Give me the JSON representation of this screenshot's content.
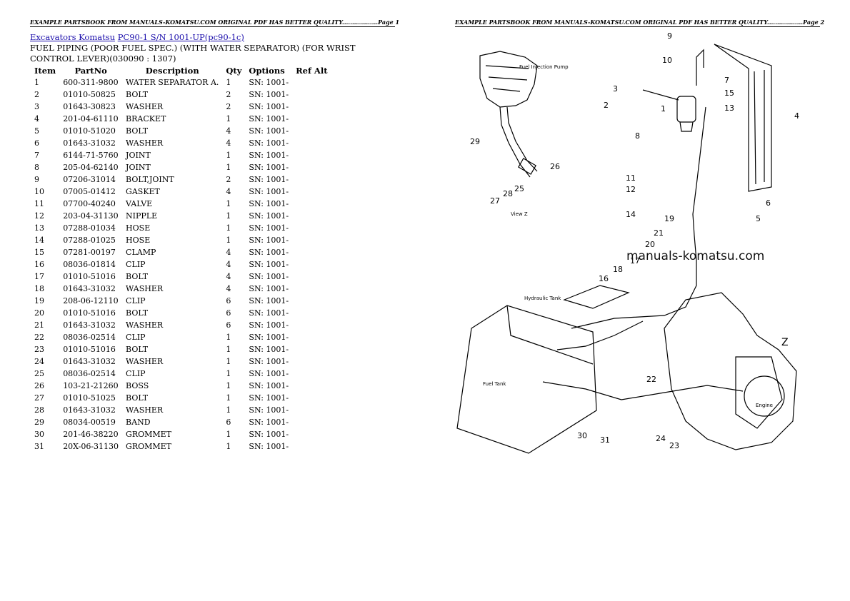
{
  "header": {
    "left": "EXAMPLE PARTSBOOK FROM MANUALS-KOMATSU.COM ORIGINAL PDF HAS BETTER QUALITY..................Page 1",
    "right": "EXAMPLE PARTSBOOK FROM MANUALS-KOMATSU.COM ORIGINAL PDF HAS BETTER QUALITY..................Page 2"
  },
  "breadcrumb": {
    "link1": "Excavators Komatsu",
    "link2": "PC90-1 S/N 1001-UP(pc90-1c)"
  },
  "title": "FUEL PIPING (POOR FUEL SPEC.) (WITH WATER SEPARATOR) (FOR WRIST CONTROL LEVER)(030090 : 1307)",
  "table": {
    "columns": [
      "Item",
      "PartNo",
      "Description",
      "Qty",
      "Options",
      "Ref Alt"
    ],
    "rows": [
      [
        "1",
        "600-311-9800",
        "WATER SEPARATOR A.",
        "1",
        "SN: 1001-"
      ],
      [
        "2",
        "01010-50825",
        "BOLT",
        "2",
        "SN: 1001-"
      ],
      [
        "3",
        "01643-30823",
        "WASHER",
        "2",
        "SN: 1001-"
      ],
      [
        "4",
        "201-04-61110",
        "BRACKET",
        "1",
        "SN: 1001-"
      ],
      [
        "5",
        "01010-51020",
        "BOLT",
        "4",
        "SN: 1001-"
      ],
      [
        "6",
        "01643-31032",
        "WASHER",
        "4",
        "SN: 1001-"
      ],
      [
        "7",
        "6144-71-5760",
        "JOINT",
        "1",
        "SN: 1001-"
      ],
      [
        "8",
        "205-04-62140",
        "JOINT",
        "1",
        "SN: 1001-"
      ],
      [
        "9",
        "07206-31014",
        "BOLT,JOINT",
        "2",
        "SN: 1001-"
      ],
      [
        "10",
        "07005-01412",
        "GASKET",
        "4",
        "SN: 1001-"
      ],
      [
        "11",
        "07700-40240",
        "VALVE",
        "1",
        "SN: 1001-"
      ],
      [
        "12",
        "203-04-31130",
        "NIPPLE",
        "1",
        "SN: 1001-"
      ],
      [
        "13",
        "07288-01034",
        "HOSE",
        "1",
        "SN: 1001-"
      ],
      [
        "14",
        "07288-01025",
        "HOSE",
        "1",
        "SN: 1001-"
      ],
      [
        "15",
        "07281-00197",
        "CLAMP",
        "4",
        "SN: 1001-"
      ],
      [
        "16",
        "08036-01814",
        "CLIP",
        "4",
        "SN: 1001-"
      ],
      [
        "17",
        "01010-51016",
        "BOLT",
        "4",
        "SN: 1001-"
      ],
      [
        "18",
        "01643-31032",
        "WASHER",
        "4",
        "SN: 1001-"
      ],
      [
        "19",
        "208-06-12110",
        "CLIP",
        "6",
        "SN: 1001-"
      ],
      [
        "20",
        "01010-51016",
        "BOLT",
        "6",
        "SN: 1001-"
      ],
      [
        "21",
        "01643-31032",
        "WASHER",
        "6",
        "SN: 1001-"
      ],
      [
        "22",
        "08036-02514",
        "CLIP",
        "1",
        "SN: 1001-"
      ],
      [
        "23",
        "01010-51016",
        "BOLT",
        "1",
        "SN: 1001-"
      ],
      [
        "24",
        "01643-31032",
        "WASHER",
        "1",
        "SN: 1001-"
      ],
      [
        "25",
        "08036-02514",
        "CLIP",
        "1",
        "SN: 1001-"
      ],
      [
        "26",
        "103-21-21260",
        "BOSS",
        "1",
        "SN: 1001-"
      ],
      [
        "27",
        "01010-51025",
        "BOLT",
        "1",
        "SN: 1001-"
      ],
      [
        "28",
        "01643-31032",
        "WASHER",
        "1",
        "SN: 1001-"
      ],
      [
        "29",
        "08034-00519",
        "BAND",
        "6",
        "SN: 1001-"
      ],
      [
        "30",
        "201-46-38220",
        "GROMMET",
        "1",
        "SN: 1001-"
      ],
      [
        "31",
        "20X-06-31130",
        "GROMMET",
        "1",
        "SN: 1001-"
      ]
    ]
  },
  "diagram": {
    "watermark": "manuals-komatsu.com",
    "labels": {
      "fuel_injection_pump": "Fuel Injection Pump",
      "view_z": "View Z",
      "hydraulic_tank": "Hydraulic Tank",
      "fuel_tank": "Fuel Tank",
      "engine": "Engine",
      "z_arrow": "Z"
    },
    "callouts": [
      "1",
      "2",
      "3",
      "4",
      "5",
      "6",
      "7",
      "8",
      "9",
      "10",
      "11",
      "12",
      "13",
      "14",
      "15",
      "16",
      "17",
      "18",
      "19",
      "20",
      "21",
      "22",
      "23",
      "24",
      "25",
      "26",
      "27",
      "28",
      "29",
      "30",
      "31"
    ]
  }
}
